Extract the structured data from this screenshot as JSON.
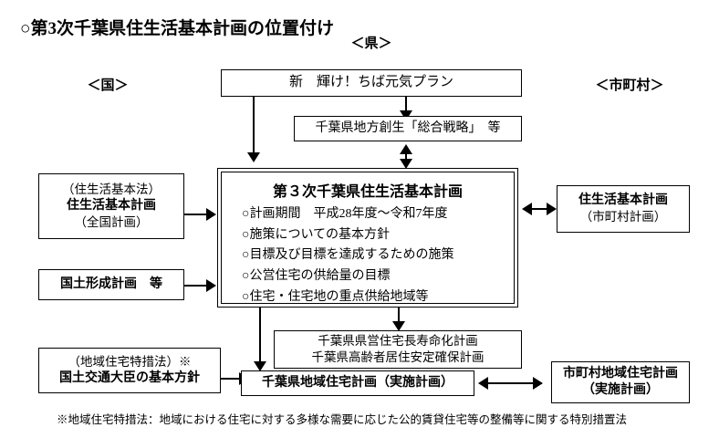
{
  "page": {
    "title": "○第3次千葉県住生活基本計画の位置付け",
    "footnote": "※地域住宅特措法：地域における住宅に対する多様な需要に応じた公的賃貸住宅等の整備等に関する特別措置法"
  },
  "group_labels": {
    "national": "＜国＞",
    "prefecture": "＜県＞",
    "municipality": "＜市町村＞"
  },
  "boxes": {
    "chiba_genki_plan": {
      "line1": "新　輝け！ちば元気プラン"
    },
    "sogo_senryaku": {
      "line1": "千葉県地方創生「総合戦略」　等"
    },
    "main_plan": {
      "title": "第３次千葉県住生活基本計画",
      "items": [
        "○計画期間　平成28年度～令和7年度",
        "○施策についての基本方針",
        "○目標及び目標を達成するための施策",
        "○公営住宅の供給量の目標",
        "○住宅・住宅地の重点供給地域等"
      ]
    },
    "national_basic_plan": {
      "line1": "（住生活基本法）",
      "line2": "住生活基本計画",
      "line3": "（全国計画）"
    },
    "kokudo_keisei": {
      "line1": "国土形成計画　等"
    },
    "mlit_policy": {
      "line1": "（地域住宅特措法）※",
      "line2": "国土交通大臣の基本方針"
    },
    "municipal_basic_plan": {
      "line1": "住生活基本計画",
      "line2": "（市町村計画）"
    },
    "prefectural_sub_plans": {
      "line1": "千葉県県営住宅長寿命化計画",
      "line2": "千葉県高齢者居住安定確保計画"
    },
    "chiba_regional_housing_plan": {
      "line1": "千葉県地域住宅計画（実施計画）"
    },
    "municipal_regional_housing_plan": {
      "line1": "市町村地域住宅計画",
      "line2": "（実施計画）"
    }
  },
  "colors": {
    "line": "#000000",
    "background": "#ffffff",
    "text": "#000000"
  }
}
